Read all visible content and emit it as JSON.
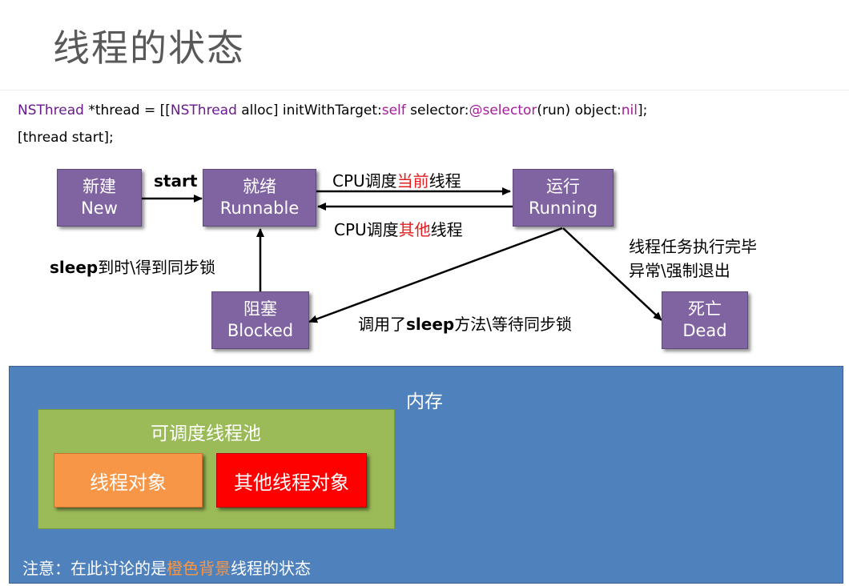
{
  "title": "线程的状态",
  "code": {
    "line1": {
      "t1": "NSThread",
      "t2": " *thread = [[",
      "t3": "NSThread",
      "t4": " alloc] initWithTarget:",
      "t5": "self",
      "t6": " selector:",
      "t7": "@selector",
      "t8": "(run)  object:",
      "t9": "nil",
      "t10": "];"
    },
    "line2": "[thread start];"
  },
  "states": {
    "new": {
      "cn": "新建",
      "en": "New"
    },
    "runnable": {
      "cn": "就绪",
      "en": "Runnable"
    },
    "running": {
      "cn": "运行",
      "en": "Running"
    },
    "blocked": {
      "cn": "阻塞",
      "en": "Blocked"
    },
    "dead": {
      "cn": "死亡",
      "en": "Dead"
    }
  },
  "labels": {
    "start": "start",
    "to_running": {
      "a": "CPU调度",
      "b": "当前",
      "c": "线程"
    },
    "to_runnable": {
      "a": "CPU调度",
      "b": "其他",
      "c": "线程"
    },
    "sleep_done": {
      "a": "sleep",
      "b": "到时\\得到同步锁"
    },
    "call_sleep": {
      "a": "调用了",
      "b": "sleep",
      "c": "方法\\等待同步锁"
    },
    "finish_line1": "线程任务执行完毕",
    "finish_line2": "异常\\强制退出"
  },
  "memory": {
    "title": "内存",
    "pool_title": "可调度线程池",
    "object1": "线程对象",
    "object2": "其他线程对象",
    "note": {
      "a": "注意：在此讨论的是",
      "b": "橙色背景",
      "c": "线程的状态"
    }
  },
  "colors": {
    "state_fill": "#8064a2",
    "memory_fill": "#4f81bd",
    "pool_fill": "#9bbb59",
    "object_orange": "#f79646",
    "object_red": "#ff0000",
    "highlight_red": "#e21f1f"
  }
}
